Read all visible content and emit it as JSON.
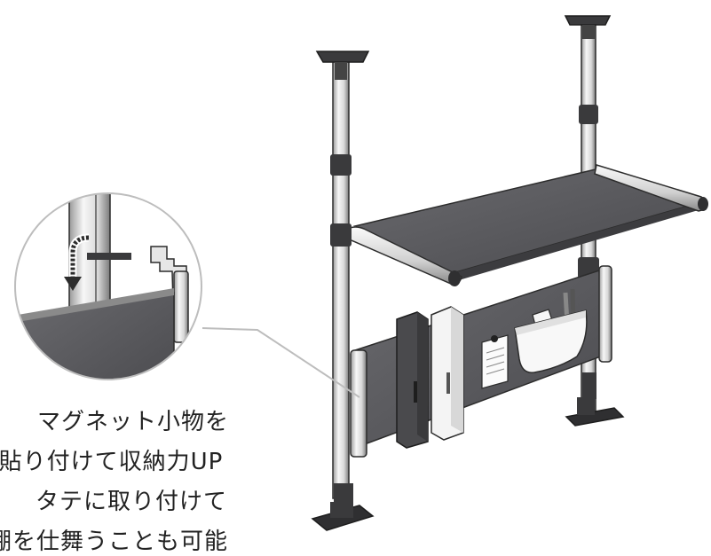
{
  "caption": {
    "line1": "マグネット小物を",
    "line2": "貼り付けて収納力UP",
    "line3": "タテに取り付けて",
    "line4": "棚を仕舞うことも可能"
  },
  "colors": {
    "shelf_wood": "#5a5a5e",
    "panel_wood": "#545458",
    "pole": "#e6e6e6",
    "pole_edge": "#2c2c2c",
    "connector": "#3a3a3c",
    "white_item": "#f4f4f4"
  },
  "icons": {
    "mount_direction": "curved-arrow-down-icon"
  }
}
